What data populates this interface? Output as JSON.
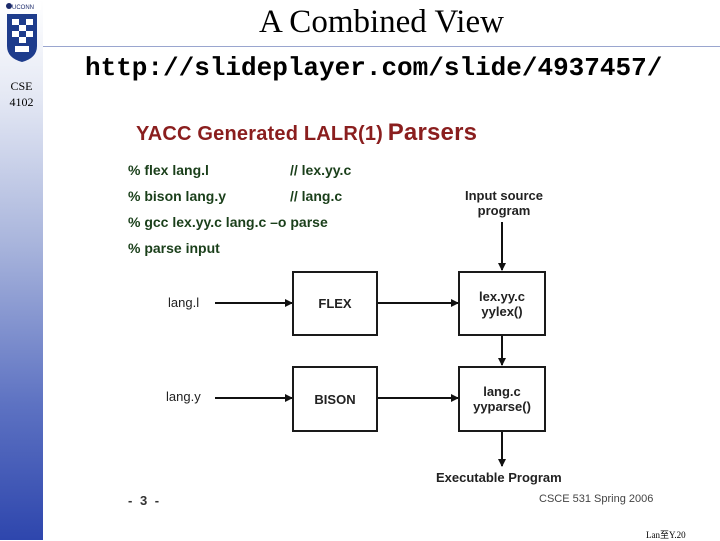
{
  "header": {
    "logo_text": "UCONN",
    "course": [
      "CSE",
      "4102"
    ],
    "title": "A Combined View",
    "url": "http://slideplayer.com/slide/4937457/"
  },
  "slide": {
    "title_part1": "YACC Generated LALR(1)",
    "title_part2": "Parsers",
    "commands": [
      {
        "cmd": "% flex lang.l",
        "comment": "// lex.yy.c"
      },
      {
        "cmd": "% bison lang.y",
        "comment": "// lang.c"
      },
      {
        "cmd": "% gcc lex.yy.c  lang.c –o  parse",
        "comment": ""
      },
      {
        "cmd": "% parse input",
        "comment": ""
      }
    ],
    "diagram": {
      "input_source": [
        "Input source",
        "program"
      ],
      "lang_l": "lang.l",
      "flex": "FLEX",
      "lexyy": [
        "lex.yy.c",
        "yylex()"
      ],
      "lang_y": "lang.y",
      "bison": "BISON",
      "langc": [
        "lang.c",
        "yyparse()"
      ],
      "executable": "Executable Program"
    },
    "page_number": "- 3 -",
    "course_info": "CSCE 531 Spring 2006"
  },
  "footer": {
    "slide_ref": "Lan⾄Y.20"
  },
  "colors": {
    "slide_title": "#8a1e1e",
    "command_text": "#1a3f1a",
    "sidebar_bottom": "#2e46ad"
  }
}
